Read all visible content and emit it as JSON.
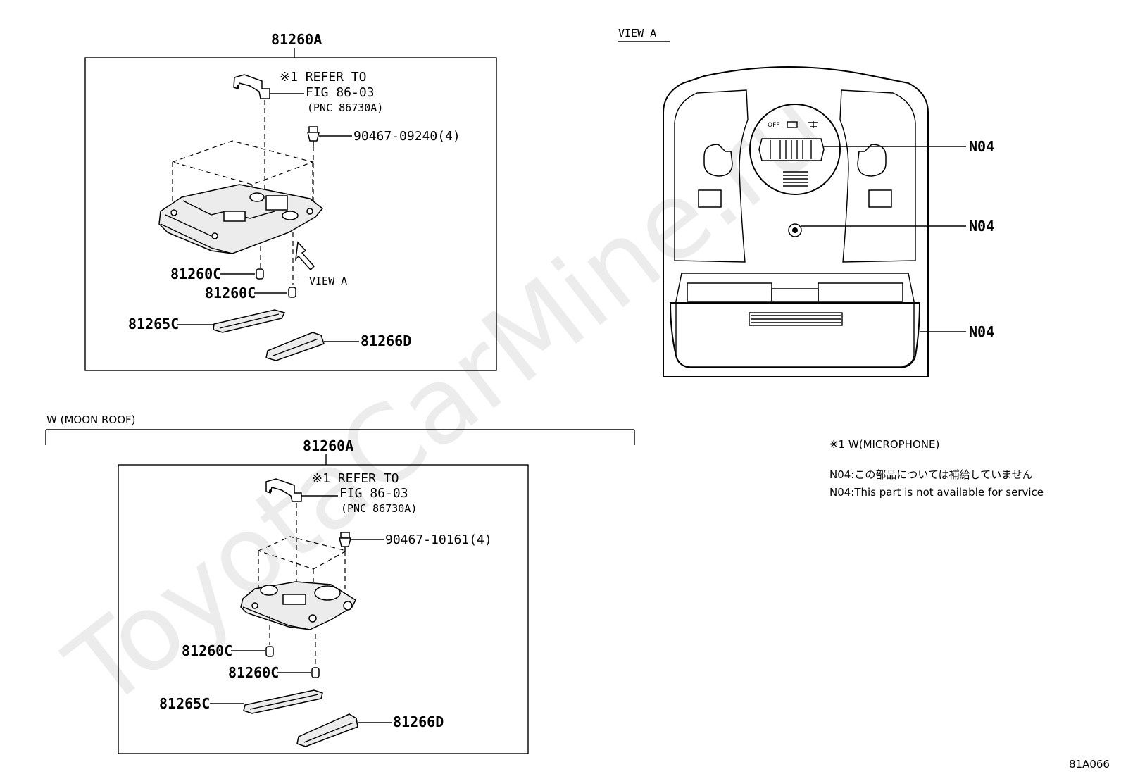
{
  "watermark": "ToyotaCarMine.ru",
  "figure_id": "81A066",
  "view_a_title": "VIEW A",
  "moon_roof_title": "W (MOON ROOF)",
  "notes": {
    "note1": "※1 W(MICROPHONE)",
    "note2": "N04:この部品については補給していません",
    "note3": "N04:This part is not available for service"
  },
  "assembly_top": {
    "assembly_label": "81260A",
    "refer_line1": "※1 REFER TO",
    "refer_line2": "FIG 86-03",
    "refer_line3": "(PNC 86730A)",
    "clip_label": "90467-09240(4)",
    "bulb1_label": "81260C",
    "bulb2_label": "81260C",
    "lens1_label": "81265C",
    "lens2_label": "81266D",
    "view_a_arrow_label": "VIEW A"
  },
  "assembly_bottom": {
    "assembly_label": "81260A",
    "refer_line1": "※1 REFER TO",
    "refer_line2": "FIG 86-03",
    "refer_line3": "(PNC 86730A)",
    "clip_label": "90467-10161(4)",
    "bulb1_label": "81260C",
    "bulb2_label": "81260C",
    "lens1_label": "81265C",
    "lens2_label": "81266D"
  },
  "view_a": {
    "switch_off": "OFF",
    "callout1": "N04",
    "callout2": "N04",
    "callout3": "N04"
  }
}
